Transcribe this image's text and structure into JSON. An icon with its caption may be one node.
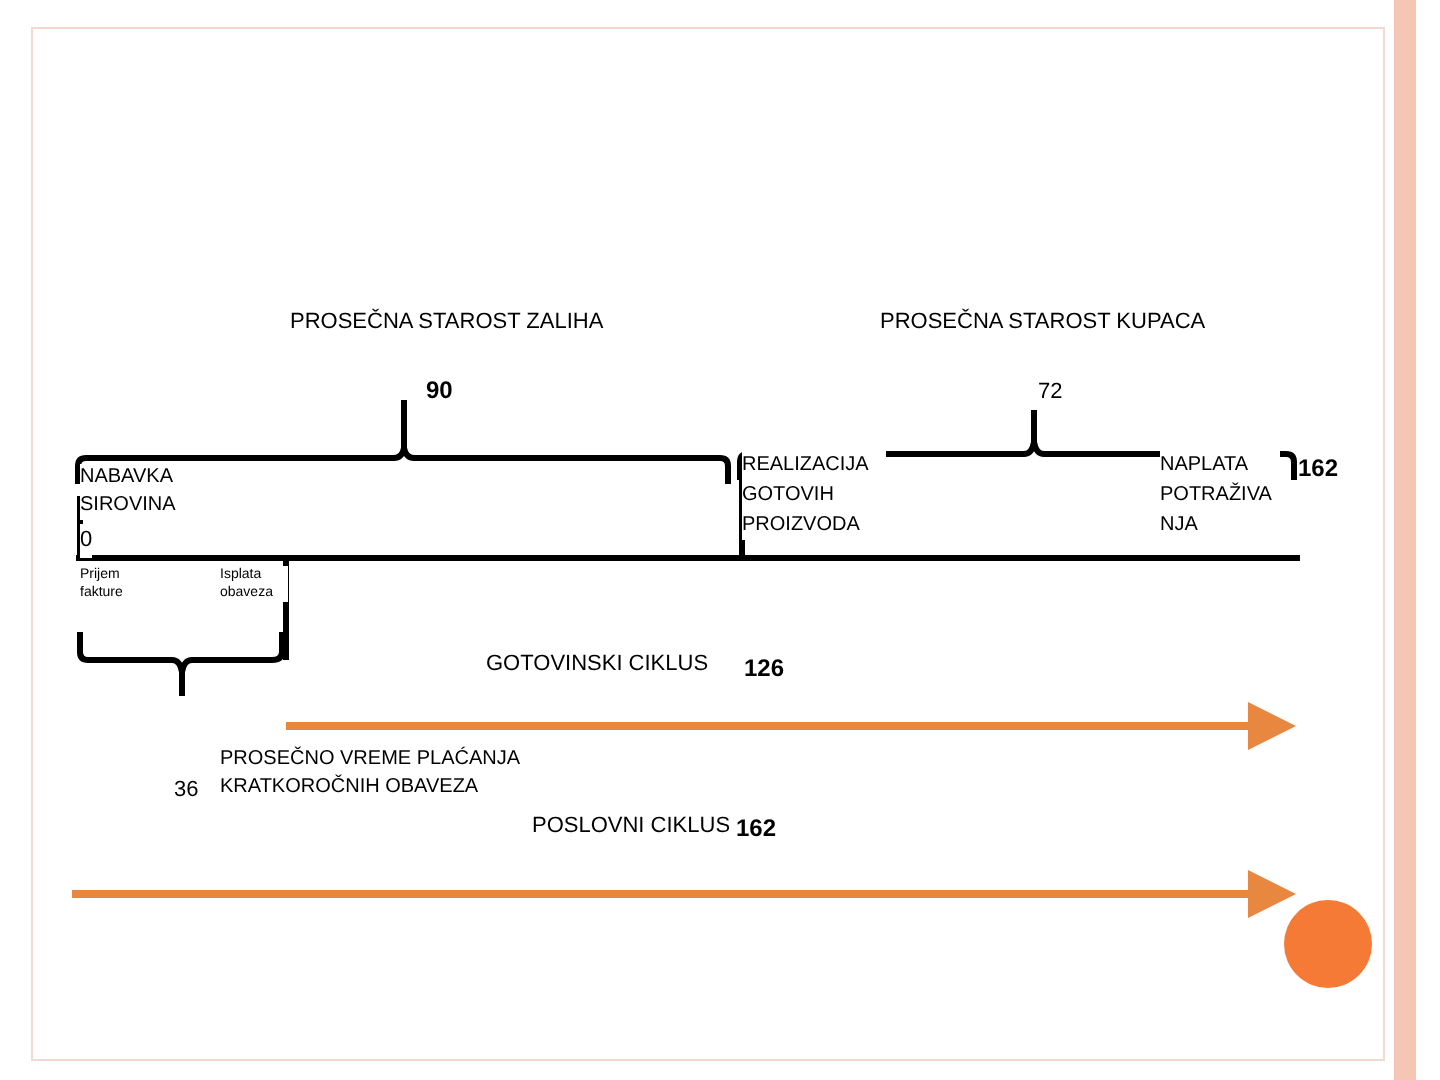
{
  "diagram": {
    "labels": [
      "PROSEČNA STAROST ZALIHA",
      "PROSEČNA STAROST KUPACA",
      "90",
      "72",
      "NABAVKA SIROVINA",
      "REALIZACIJA GOTOVIH PROIZVODA",
      "NAPLATA POTRAŽIVA NJA",
      "162",
      "0",
      "Prijem fakture",
      "Isplata obaveza",
      "GOTOVINSKI CIKLUS",
      "126",
      "PROSEČNO VREME PLAĆANJA KRATKOROČNIH OBAVEZA",
      "36",
      "POSLOVNI CIKLUS",
      "162"
    ]
  }
}
